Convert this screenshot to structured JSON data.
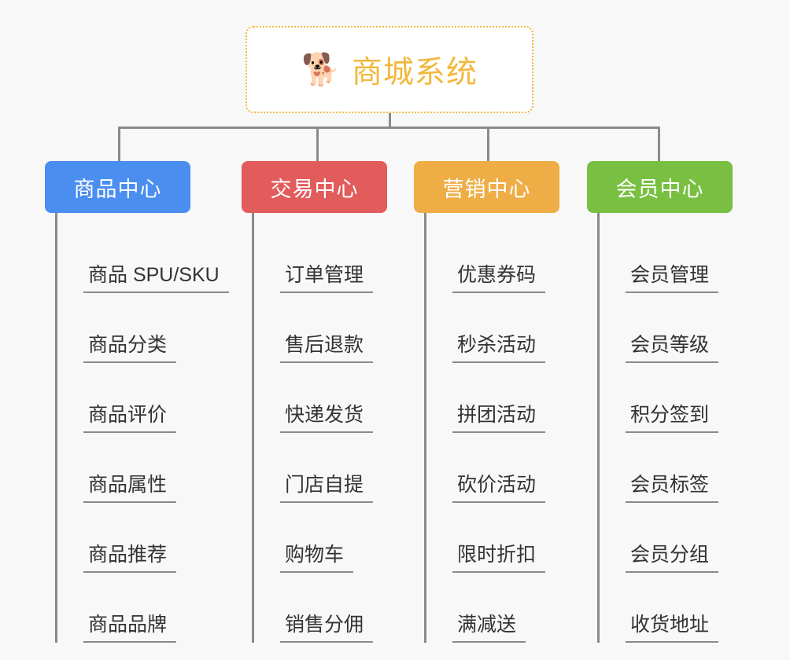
{
  "diagram": {
    "type": "mind-map",
    "background_color": "#f8f8f8",
    "connector_color": "#8a8a8a"
  },
  "root": {
    "title": "商城系统",
    "icon": "shiba-dog-face-emoji",
    "icon_glyph": "🐕",
    "text_color": "#f2b83c",
    "border_color": "#efb93f",
    "background_color": "#ffffff"
  },
  "branches": [
    {
      "label": "商品中心",
      "color": "#4a8ef0",
      "items": [
        {
          "label": "商品 SPU/SKU"
        },
        {
          "label": "商品分类"
        },
        {
          "label": "商品评价"
        },
        {
          "label": "商品属性"
        },
        {
          "label": "商品推荐"
        },
        {
          "label": "商品品牌"
        }
      ]
    },
    {
      "label": "交易中心",
      "color": "#e25c5c",
      "items": [
        {
          "label": "订单管理"
        },
        {
          "label": "售后退款"
        },
        {
          "label": "快递发货"
        },
        {
          "label": "门店自提"
        },
        {
          "label": "购物车"
        },
        {
          "label": "销售分佣"
        }
      ]
    },
    {
      "label": "营销中心",
      "color": "#eead45",
      "items": [
        {
          "label": "优惠券码"
        },
        {
          "label": "秒杀活动"
        },
        {
          "label": "拼团活动"
        },
        {
          "label": "砍价活动"
        },
        {
          "label": "限时折扣"
        },
        {
          "label": "满减送"
        }
      ]
    },
    {
      "label": "会员中心",
      "color": "#78bf42",
      "items": [
        {
          "label": "会员管理"
        },
        {
          "label": "会员等级"
        },
        {
          "label": "积分签到"
        },
        {
          "label": "会员标签"
        },
        {
          "label": "会员分组"
        },
        {
          "label": "收货地址"
        }
      ]
    }
  ]
}
